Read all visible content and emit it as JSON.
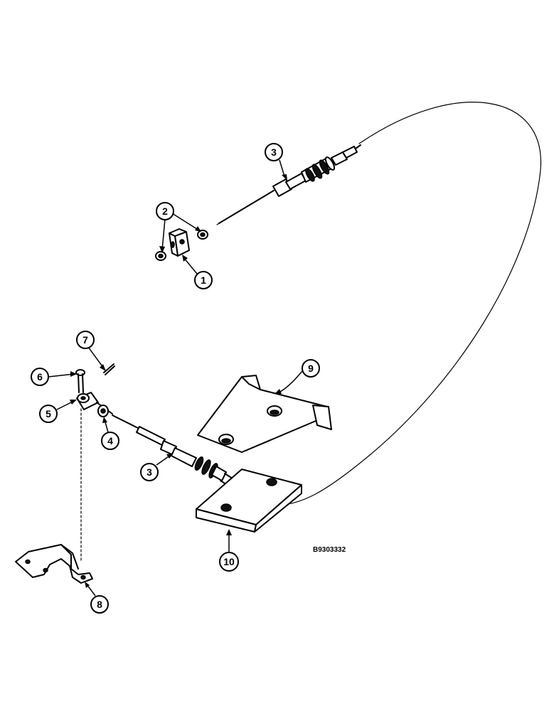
{
  "diagram": {
    "reference_code": "B9303332",
    "callouts": [
      {
        "id": "c3-top",
        "label": "3"
      },
      {
        "id": "c2",
        "label": "2"
      },
      {
        "id": "c1",
        "label": "1"
      },
      {
        "id": "c7",
        "label": "7"
      },
      {
        "id": "c6",
        "label": "6"
      },
      {
        "id": "c5",
        "label": "5"
      },
      {
        "id": "c4",
        "label": "4"
      },
      {
        "id": "c9",
        "label": "9"
      },
      {
        "id": "c3-bottom",
        "label": "3"
      },
      {
        "id": "c10",
        "label": "10"
      },
      {
        "id": "c8",
        "label": "8"
      }
    ]
  }
}
